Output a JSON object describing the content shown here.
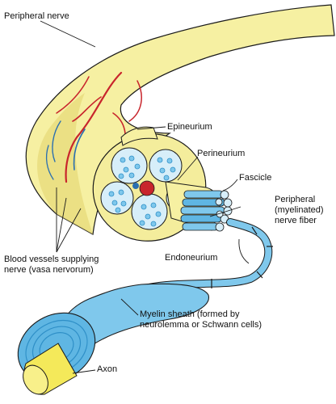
{
  "labels": {
    "peripheral_nerve": "Peripheral nerve",
    "epineurium": "Epineurium",
    "perineurium": "Perineurium",
    "fascicle": "Fascicle",
    "peripheral_fiber": [
      "Peripheral",
      "(myelinated)",
      "nerve fiber"
    ],
    "blood_vessels": [
      "Blood vessels supplying",
      "nerve (vasa nervorum)"
    ],
    "endoneurium": "Endoneurium",
    "myelin_sheath": [
      "Myelin sheath (formed by",
      "neurolemma or Schwann cells)"
    ],
    "axon": "Axon"
  },
  "colors": {
    "nerve_yellow": "#f6f0a2",
    "nerve_shade": "#e7d977",
    "fiber_blue": "#7fc8ec",
    "fiber_dark": "#2e8fc7",
    "artery_red": "#c8252c",
    "vein_blue": "#2a6fb0",
    "outline": "#1a1a1a"
  }
}
